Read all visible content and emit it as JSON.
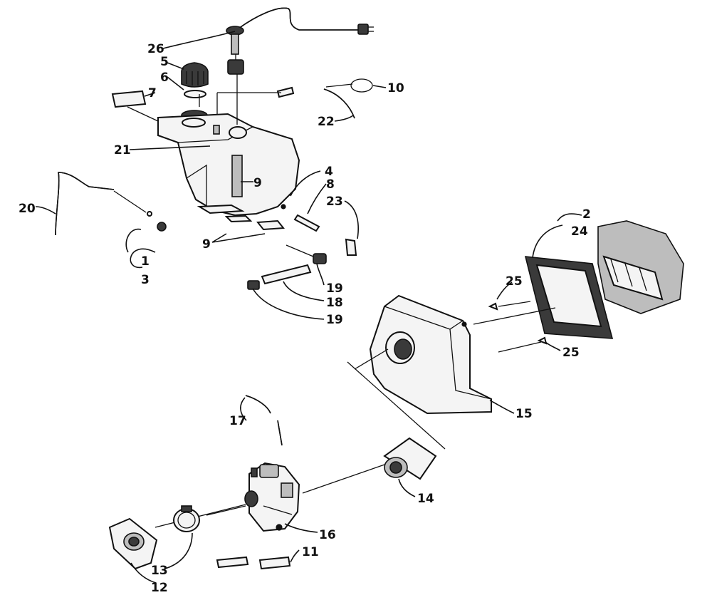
{
  "callouts": {
    "c26": "26",
    "c5": "5",
    "c6": "6",
    "c7": "7",
    "c10": "10",
    "c22": "22",
    "c21": "21",
    "c4": "4",
    "c9a": "9",
    "c8": "8",
    "c23": "23",
    "c20": "20",
    "c1": "1",
    "c3": "3",
    "c9b": "9",
    "c19a": "19",
    "c18": "18",
    "c19b": "19",
    "c2": "2",
    "c24": "24",
    "c25a": "25",
    "c25b": "25",
    "c15": "15",
    "c17": "17",
    "c14": "14",
    "c16": "16",
    "c11": "11",
    "c13": "13",
    "c12": "12"
  }
}
